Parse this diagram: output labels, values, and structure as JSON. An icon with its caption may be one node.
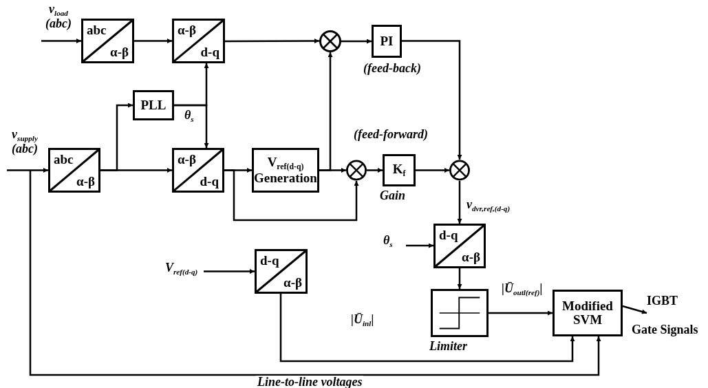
{
  "diagram": {
    "nodes": [
      {
        "text": [
          "abc",
          "α-β"
        ]
      },
      {
        "text": [
          "α-β",
          "d-q"
        ]
      },
      {
        "text": [],
        "shape": "circle"
      },
      {
        "text": [
          "PI"
        ],
        "beside": [
          "(feed-back)"
        ]
      },
      {
        "text": [
          "PLL"
        ]
      },
      {
        "text": [
          "abc",
          "α-β"
        ]
      },
      {
        "text": [
          "α-β",
          "d-q"
        ]
      },
      {
        "text": [
          "V$_{ref(d-q)}$ Generation"
        ]
      },
      {
        "text": [],
        "shape": "circle"
      },
      {
        "text": [
          "K$_{f}$"
        ],
        "beside": [
          "Gain"
        ]
      },
      {
        "text": [],
        "shape": "circle"
      },
      {
        "text": [
          "d-q",
          "α-β"
        ]
      },
      {
        "text": [
          "d-q",
          "α-β"
        ]
      },
      {
        "text": [],
        "shape": "box",
        "beside": [
          "Limiter"
        ]
      },
      {
        "text": [
          "Modified SVM"
        ]
      },
      {
        "text": [
          "V$_{ref(d-q)}$"
        ]
      },
      {
        "text": [
          "IGBT"
        ]
      }
    ],
    "edges": [
      {
        "from": null,
        "to": 0,
        "arrow": "to"
      },
      {
        "from": 0,
        "to": 1,
        "arrow": "to"
      },
      {
        "from": 1,
        "to": 2,
        "arrow": "to"
      },
      {
        "from": 2,
        "to": 3,
        "arrow": "to"
      },
      {
        "from": 4,
        "to": 1,
        "arrow": "to"
      },
      {
        "from": 4,
        "to": 6,
        "arrow": "to"
      },
      {
        "from": 5,
        "to": 4,
        "arrow": "to"
      },
      {
        "from": 5,
        "to": 6,
        "arrow": "to"
      },
      {
        "from": null,
        "to": 5,
        "arrow": "to"
      },
      {
        "from": 6,
        "to": 7,
        "arrow": "to"
      },
      {
        "from": 6,
        "to": 8,
        "arrow": "to"
      },
      {
        "from": 7,
        "to": 8,
        "arrow": "to"
      },
      {
        "from": 7,
        "to": 2,
        "arrow": "to"
      },
      {
        "from": 8,
        "to": 9,
        "arrow": "to"
      },
      {
        "from": 9,
        "to": 10,
        "arrow": "to"
      },
      {
        "from": 3,
        "to": 10,
        "arrow": "to"
      },
      {
        "from": 10,
        "to": 11,
        "arrow": "to",
        "label": "v$_{dvr,ref,(d-q)}$"
      },
      {
        "from": null,
        "to": 11,
        "arrow": "to"
      },
      {
        "from": 15,
        "to": 12,
        "arrow": "to"
      },
      {
        "from": 11,
        "to": 13,
        "arrow": "to"
      },
      {
        "from": 13,
        "to": 14,
        "arrow": "to",
        "label": "|Ū$_{outl(ref)}$|"
      },
      {
        "from": 12,
        "to": 14,
        "arrow": "to",
        "label": "|Ū$_{inl}$|"
      },
      {
        "from": null,
        "to": 14,
        "arrow": "to",
        "label": "Line-to-line voltages"
      },
      {
        "from": 14,
        "to": 16,
        "arrow": "to"
      }
    ],
    "labels": [
      "v$_{load}$ (abc)",
      "θ$_{s}$",
      "v$_{supply}$ (abc)",
      "(feed-forward)",
      "θ$_{s}$",
      "Gate Signals"
    ]
  }
}
